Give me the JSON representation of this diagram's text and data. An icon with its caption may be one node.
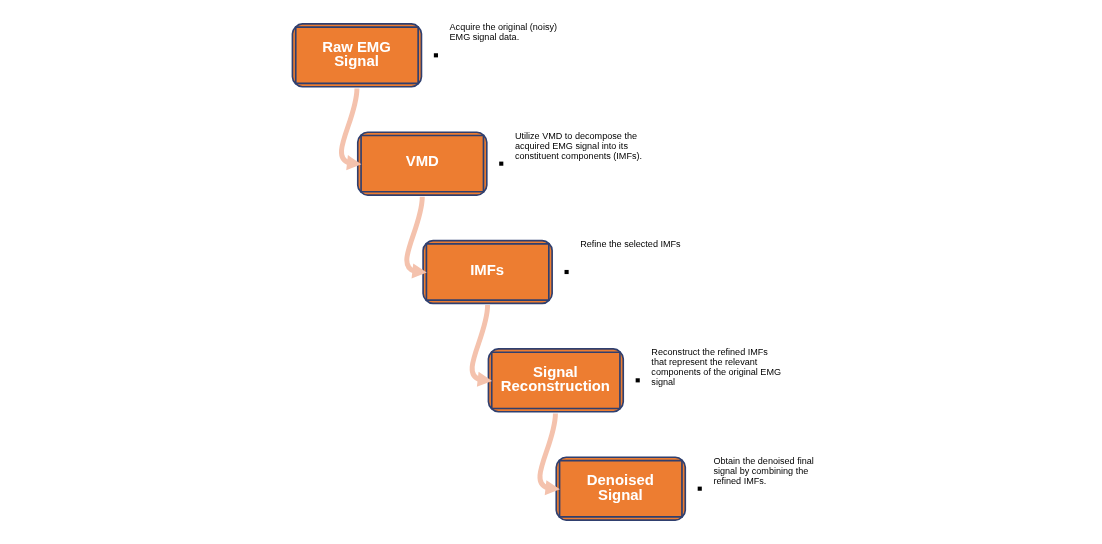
{
  "diagram": {
    "nodes": [
      {
        "text": [
          "Raw EMG Signal"
        ],
        "beside": [
          "Acquire the original (noisy) EMG signal data."
        ]
      },
      {
        "text": [
          "VMD"
        ],
        "beside": [
          "Utilize VMD to decompose the acquired EMG signal into its constituent components (IMFs)."
        ]
      },
      {
        "text": [
          "IMFs"
        ],
        "beside": [
          "Refine the selected IMFs"
        ]
      },
      {
        "text": [
          "Signal Reconstruction"
        ],
        "beside": [
          "Reconstruct the refined IMFs that represent the relevant components of the original EMG signal"
        ]
      },
      {
        "text": [
          "Denoised Signal"
        ],
        "beside": [
          "Obtain the denoised final signal by combining the refined IMFs."
        ]
      }
    ],
    "edges": [
      {
        "from": 0,
        "to": 1,
        "arrow": "to"
      },
      {
        "from": 1,
        "to": 2,
        "arrow": "to"
      },
      {
        "from": 2,
        "to": 3,
        "arrow": "to"
      },
      {
        "from": 3,
        "to": 4,
        "arrow": "to"
      }
    ]
  }
}
